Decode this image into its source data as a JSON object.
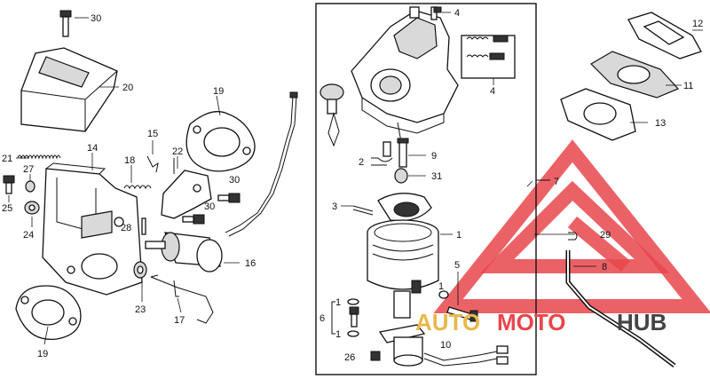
{
  "diagram": {
    "callouts": [
      "30",
      "20",
      "19",
      "21",
      "14",
      "15",
      "18",
      "22",
      "27",
      "25",
      "30",
      "24",
      "28",
      "30",
      "16",
      "23",
      "17",
      "19",
      "4",
      "4",
      "12",
      "11",
      "13",
      "9",
      "2",
      "31",
      "7",
      "3",
      "1",
      "29",
      "8",
      "1",
      "5",
      "1",
      "6",
      "1",
      "10",
      "26"
    ]
  },
  "watermark": {
    "part1": "AUTO",
    "part2": "MOTO",
    "part3": "HUB",
    "color_accent": "#e8464b",
    "color_gold": "#e9b84a"
  }
}
